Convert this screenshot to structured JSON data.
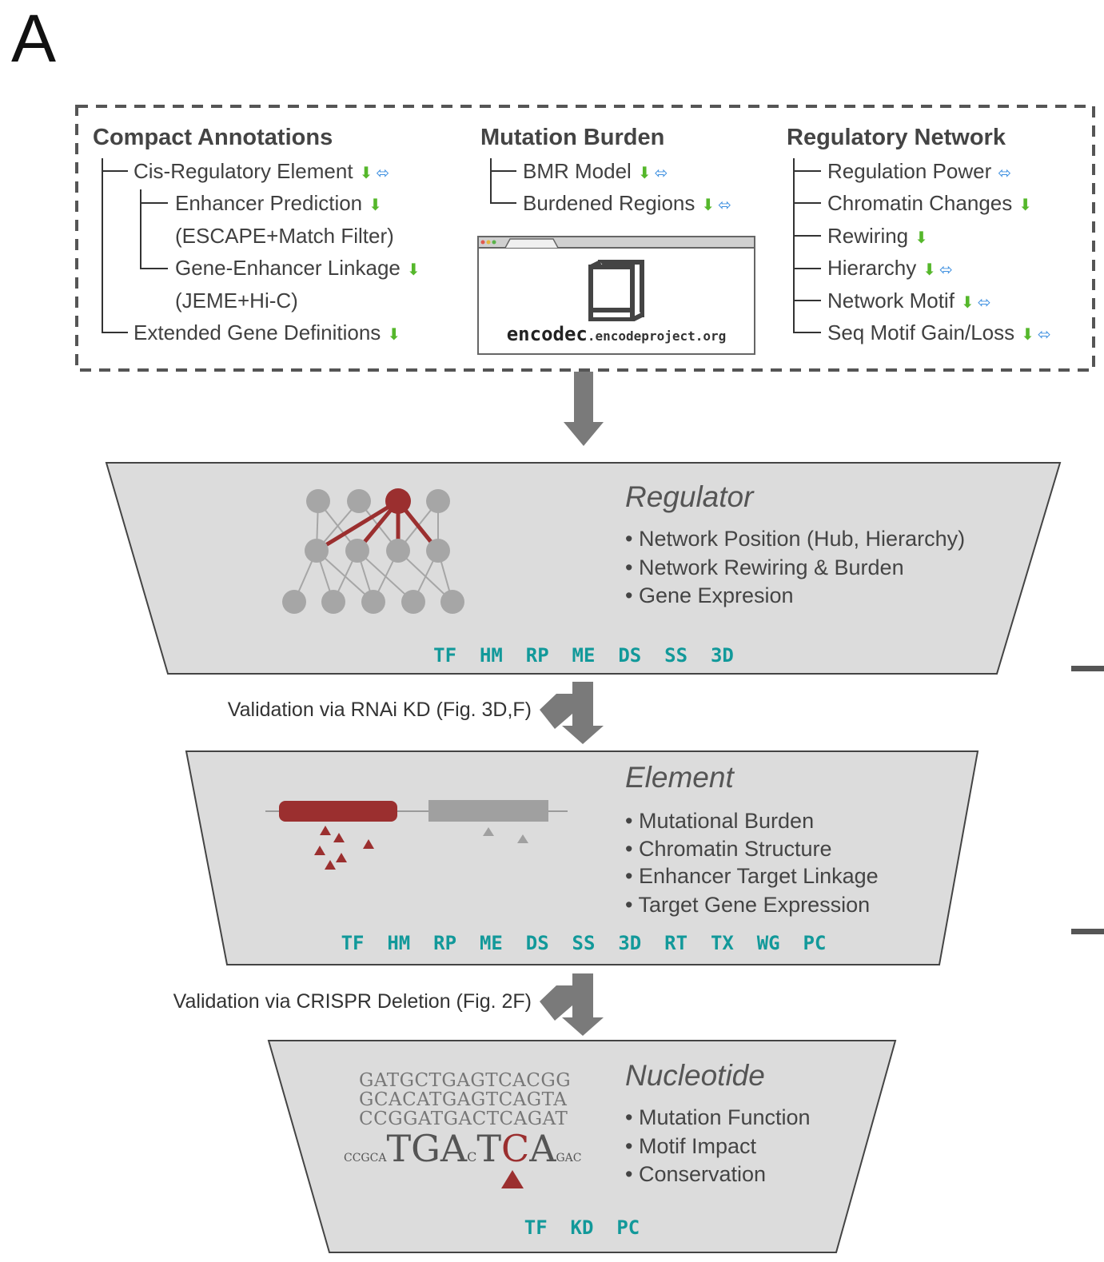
{
  "panel_letter": "A",
  "top_box": {
    "compact": {
      "heading": "Compact Annotations",
      "items": [
        "Cis-Regulatory Element",
        "Enhancer Prediction",
        "(ESCAPE+Match Filter)",
        "Gene-Enhancer Linkage",
        "(JEME+Hi-C)",
        "Extended Gene Definitions"
      ]
    },
    "mutation": {
      "heading": "Mutation Burden",
      "items": [
        "BMR Model",
        "Burdened Regions"
      ]
    },
    "browser": {
      "brand": "encodec",
      "domain": ".encodeproject.org"
    },
    "network": {
      "heading": "Regulatory Network",
      "items": [
        "Regulation Power",
        "Chromatin Changes",
        "Rewiring",
        "Hierarchy",
        "Network Motif",
        "Seq Motif Gain/Loss"
      ]
    },
    "glyphs": {
      "download": "⬇",
      "exchange": "⬄"
    },
    "colors": {
      "download": "#55b72b",
      "exchange": "#3d8fe0"
    }
  },
  "tiers": [
    {
      "title": "Regulator",
      "bullets": [
        "• Network Position (Hub, Hierarchy)",
        "• Network Rewiring & Burden",
        "• Gene Expresion"
      ],
      "codes": "TF  HM  RP  ME  DS  SS  3D"
    },
    {
      "title": "Element",
      "bullets": [
        "• Mutational Burden",
        "• Chromatin Structure",
        "• Enhancer Target Linkage",
        "• Target Gene Expression"
      ],
      "codes": "TF  HM  RP  ME  DS  SS  3D  RT  TX  WG  PC"
    },
    {
      "title": "Nucleotide",
      "bullets": [
        "• Mutation Function",
        "• Motif Impact",
        "• Conservation"
      ],
      "codes": "TF  KD  PC"
    }
  ],
  "validations": [
    "Validation via RNAi KD (Fig. 3D,F)",
    "Validation via CRISPR Deletion (Fig. 2F)"
  ],
  "sequence_logo": {
    "rows": [
      "GATGCTGAGTCACGG",
      "GCACATGAGTCAGTA",
      "CCGGATGACTCAGAT"
    ],
    "motif_left": "CCGCA",
    "motif_core1": "TGA",
    "motif_small": "C",
    "motif_core2": "T",
    "motif_var": "C",
    "motif_core3": "A",
    "motif_right": "GAC"
  },
  "colors": {
    "accent_red": "#9b2f2f",
    "code_teal": "#12999a",
    "tier_fill": "#dcdcdc",
    "node_gray": "#a6a6a6"
  }
}
